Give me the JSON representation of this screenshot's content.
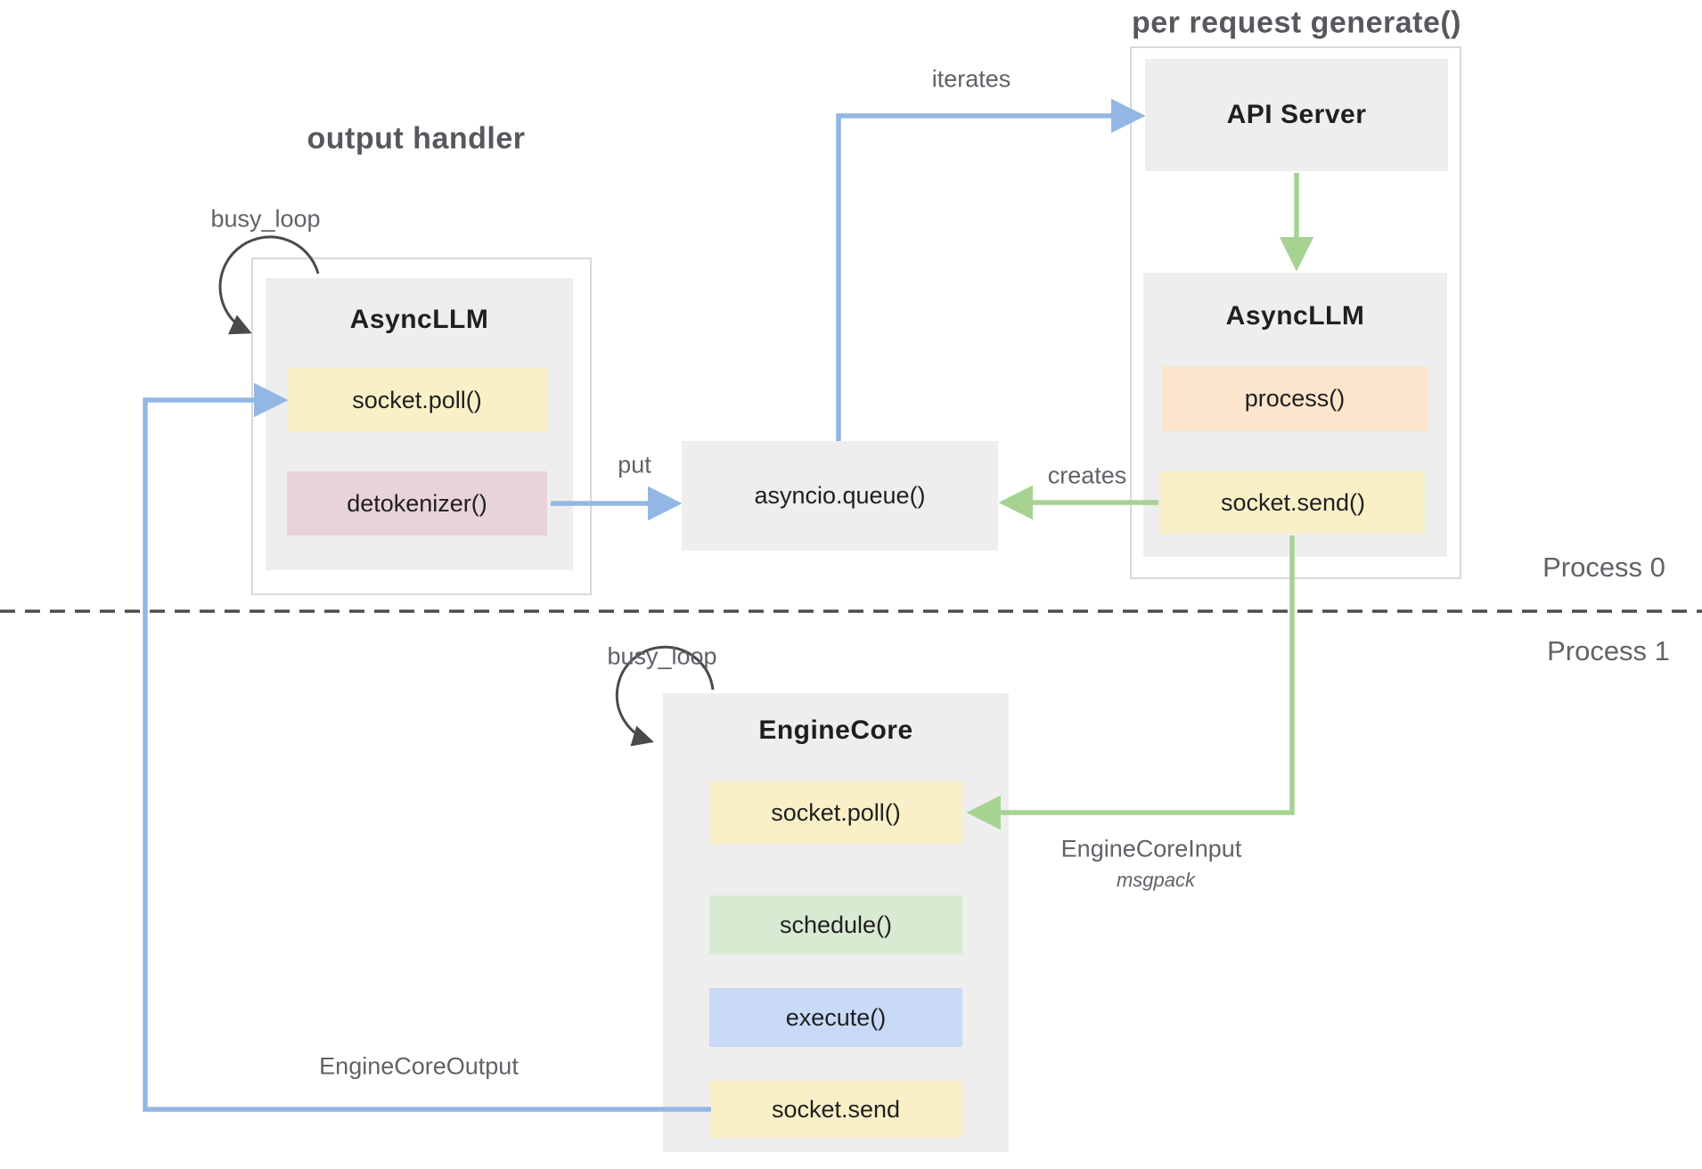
{
  "section_titles": {
    "output_handler": "output handler",
    "per_request_generate": "per request generate()"
  },
  "process_labels": {
    "process0": "Process 0",
    "process1": "Process 1"
  },
  "boxes": {
    "async_llm_left": {
      "title": "AsyncLLM",
      "methods": [
        {
          "label": "socket.poll()"
        },
        {
          "label": "detokenizer()"
        }
      ]
    },
    "api_server": {
      "title": "API Server"
    },
    "async_llm_right": {
      "title": "AsyncLLM",
      "methods": [
        {
          "label": "process()"
        },
        {
          "label": "socket.send()"
        }
      ]
    },
    "engine_core": {
      "title": "EngineCore",
      "methods": [
        {
          "label": "socket.poll()"
        },
        {
          "label": "schedule()"
        },
        {
          "label": "execute()"
        },
        {
          "label": "socket.send"
        }
      ]
    },
    "queue": {
      "label": "asyncio.queue()"
    }
  },
  "edge_labels": {
    "busy_loop_output": "busy_loop",
    "busy_loop_engine": "busy_loop",
    "iterates": "iterates",
    "put": "put",
    "creates": "creates",
    "engine_core_input": "EngineCoreInput",
    "engine_core_input_format": "msgpack",
    "engine_core_output": "EngineCoreOutput"
  },
  "colors": {
    "box_gray": "#eeeeee",
    "container_border": "#d9d9d9",
    "yellow": "#faf0c8",
    "pink": "#e8d3dc",
    "peach": "#fbe5cd",
    "green_fill": "#d9ead3",
    "blue_fill": "#c9daf8",
    "arrow_blue": "#92b7e4",
    "arrow_green": "#a6d292",
    "arrow_dark": "#4a4a4a",
    "divider": "#4c4c4c",
    "label_gray": "#5f6368",
    "title_gray": "#55585c",
    "text_dark": "#1f1f1f"
  }
}
